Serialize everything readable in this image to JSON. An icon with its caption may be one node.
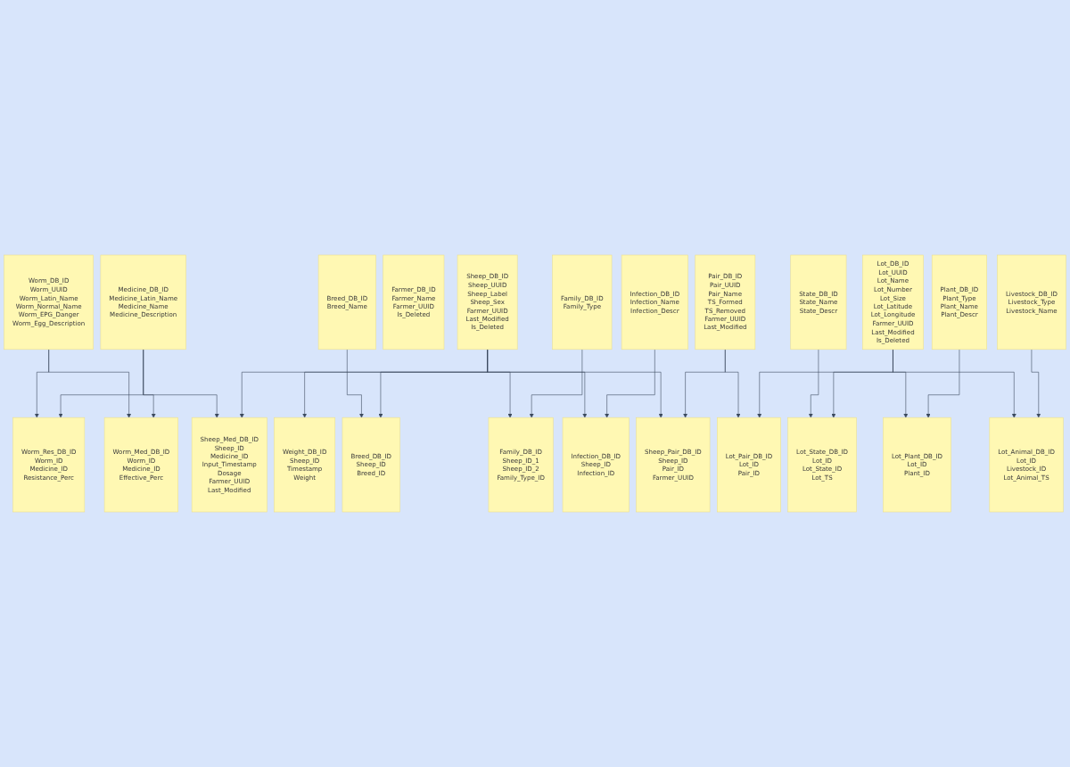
{
  "diagram": {
    "nodes": [
      {
        "text": [
          "Sheep_DB_ID",
          "Sheep_UUID",
          "Sheep_Label",
          "Sheep_Sex",
          "Farmer_UUID",
          "Last_Modified",
          "Is_Deleted"
        ]
      },
      {
        "text": [
          "Weight_DB_ID",
          "Sheep_ID",
          "Timestamp",
          "Weight"
        ]
      },
      {
        "text": [
          "Farmer_DB_ID",
          "Farmer_Name",
          "Farmer_UUID",
          "Is_Deleted"
        ]
      },
      {
        "text": [
          "Breed_DB_ID",
          "Sheep_ID",
          "Breed_ID"
        ]
      },
      {
        "text": [
          "Breed_DB_ID",
          "Breed_Name"
        ]
      },
      {
        "text": [
          "Family_DB_ID",
          "Sheep_ID_1",
          "Sheep_ID_2",
          "Family_Type_ID"
        ]
      },
      {
        "text": [
          "Family_DB_ID",
          "Family_Type"
        ]
      },
      {
        "text": [
          "Infection_DB_ID",
          "Sheep_ID",
          "Infection_ID"
        ]
      },
      {
        "text": [
          "Infection_DB_ID",
          "Infection_Name",
          "Infection_Descr"
        ]
      },
      {
        "text": [
          "Sheep_Pair_DB_ID",
          "Sheep_ID",
          "Pair_ID",
          "Farmer_UUID"
        ]
      },
      {
        "text": [
          "Pair_DB_ID",
          "Pair_UUID",
          "Pair_Name",
          "TS_Formed",
          "TS_Removed",
          "Farmer_UUID",
          "Last_Modified"
        ]
      },
      {
        "text": [
          "Lot_Pair_DB_ID",
          "Lot_ID",
          "Pair_ID"
        ]
      },
      {
        "text": [
          "Sheep_Med_DB_ID",
          "Sheep_ID",
          "Medicine_ID",
          "Input_Timestamp",
          "Dosage",
          "Farmer_UUID",
          "Last_Modified"
        ]
      },
      {
        "text": [
          "Worm_DB_ID",
          "Worm_UUID",
          "Worm_Latin_Name",
          "Worm_Normal_Name",
          "Worm_EPG_Danger",
          "Worm_Egg_Description"
        ]
      },
      {
        "text": [
          "Worm_Res_DB_ID",
          "Worm_ID",
          "Medicine_ID",
          "Resistance_Perc"
        ]
      },
      {
        "text": [
          "Medicine_DB_ID",
          "Medicine_Latin_Name",
          "Medicine_Name",
          "Medicine_Description"
        ]
      },
      {
        "text": [
          "Worm_Med_DB_ID",
          "Worm_ID",
          "Medicine_ID",
          "Effective_Perc"
        ]
      },
      {
        "text": [
          "Lot_DB_ID",
          "Lot_UUID",
          "Lot_Name",
          "Lot_Number",
          "Lot_Size",
          "Lot_Latitude",
          "Lot_Longitude",
          "Farmer_UUID",
          "Last_Modified",
          "Is_Deleted"
        ]
      },
      {
        "text": [
          "Lot_State_DB_ID",
          "Lot_ID",
          "Lot_State_ID",
          "Lot_TS"
        ]
      },
      {
        "text": [
          "State_DB_ID",
          "State_Name",
          "State_Descr"
        ]
      },
      {
        "text": [
          "Lot_Plant_DB_ID",
          "Lot_ID",
          "Plant_ID"
        ]
      },
      {
        "text": [
          "Plant_DB_ID",
          "Plant_Type",
          "Plant_Name",
          "Plant_Descr"
        ]
      },
      {
        "text": [
          "Lot_Animal_DB_ID",
          "Lot_ID",
          "Livestock_ID",
          "Lot_Animal_TS"
        ]
      },
      {
        "text": [
          "Livestock_DB_ID",
          "Livestock_Type",
          "Livestock_Name"
        ]
      }
    ],
    "edges": [
      {
        "from": 0,
        "to": 1,
        "arrow": "to"
      },
      {
        "from": 0,
        "to": 3,
        "arrow": "to"
      },
      {
        "from": 0,
        "to": 5,
        "arrow": "to"
      },
      {
        "from": 0,
        "to": 7,
        "arrow": "to"
      },
      {
        "from": 0,
        "to": 9,
        "arrow": "to"
      },
      {
        "from": 0,
        "to": 12,
        "arrow": "to"
      },
      {
        "from": 4,
        "to": 3,
        "arrow": "to"
      },
      {
        "from": 6,
        "to": 5,
        "arrow": "to"
      },
      {
        "from": 8,
        "to": 7,
        "arrow": "to"
      },
      {
        "from": 10,
        "to": 9,
        "arrow": "to"
      },
      {
        "from": 10,
        "to": 11,
        "arrow": "to"
      },
      {
        "from": 15,
        "to": 12,
        "arrow": "to"
      },
      {
        "from": 15,
        "to": 14,
        "arrow": "to"
      },
      {
        "from": 15,
        "to": 16,
        "arrow": "to"
      },
      {
        "from": 13,
        "to": 14,
        "arrow": "to"
      },
      {
        "from": 13,
        "to": 16,
        "arrow": "to"
      },
      {
        "from": 17,
        "to": 18,
        "arrow": "to"
      },
      {
        "from": 17,
        "to": 20,
        "arrow": "to"
      },
      {
        "from": 17,
        "to": 22,
        "arrow": "to"
      },
      {
        "from": 17,
        "to": 11,
        "arrow": "to"
      },
      {
        "from": 19,
        "to": 18,
        "arrow": "to"
      },
      {
        "from": 21,
        "to": 20,
        "arrow": "to"
      },
      {
        "from": 23,
        "to": 22,
        "arrow": "to"
      }
    ]
  }
}
